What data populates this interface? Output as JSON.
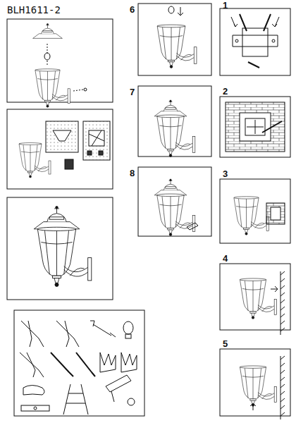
{
  "diagram": {
    "title": "BLH1611-2",
    "labels": [
      "6",
      "1",
      "7",
      "2",
      "8",
      "3",
      "4",
      "5"
    ]
  }
}
